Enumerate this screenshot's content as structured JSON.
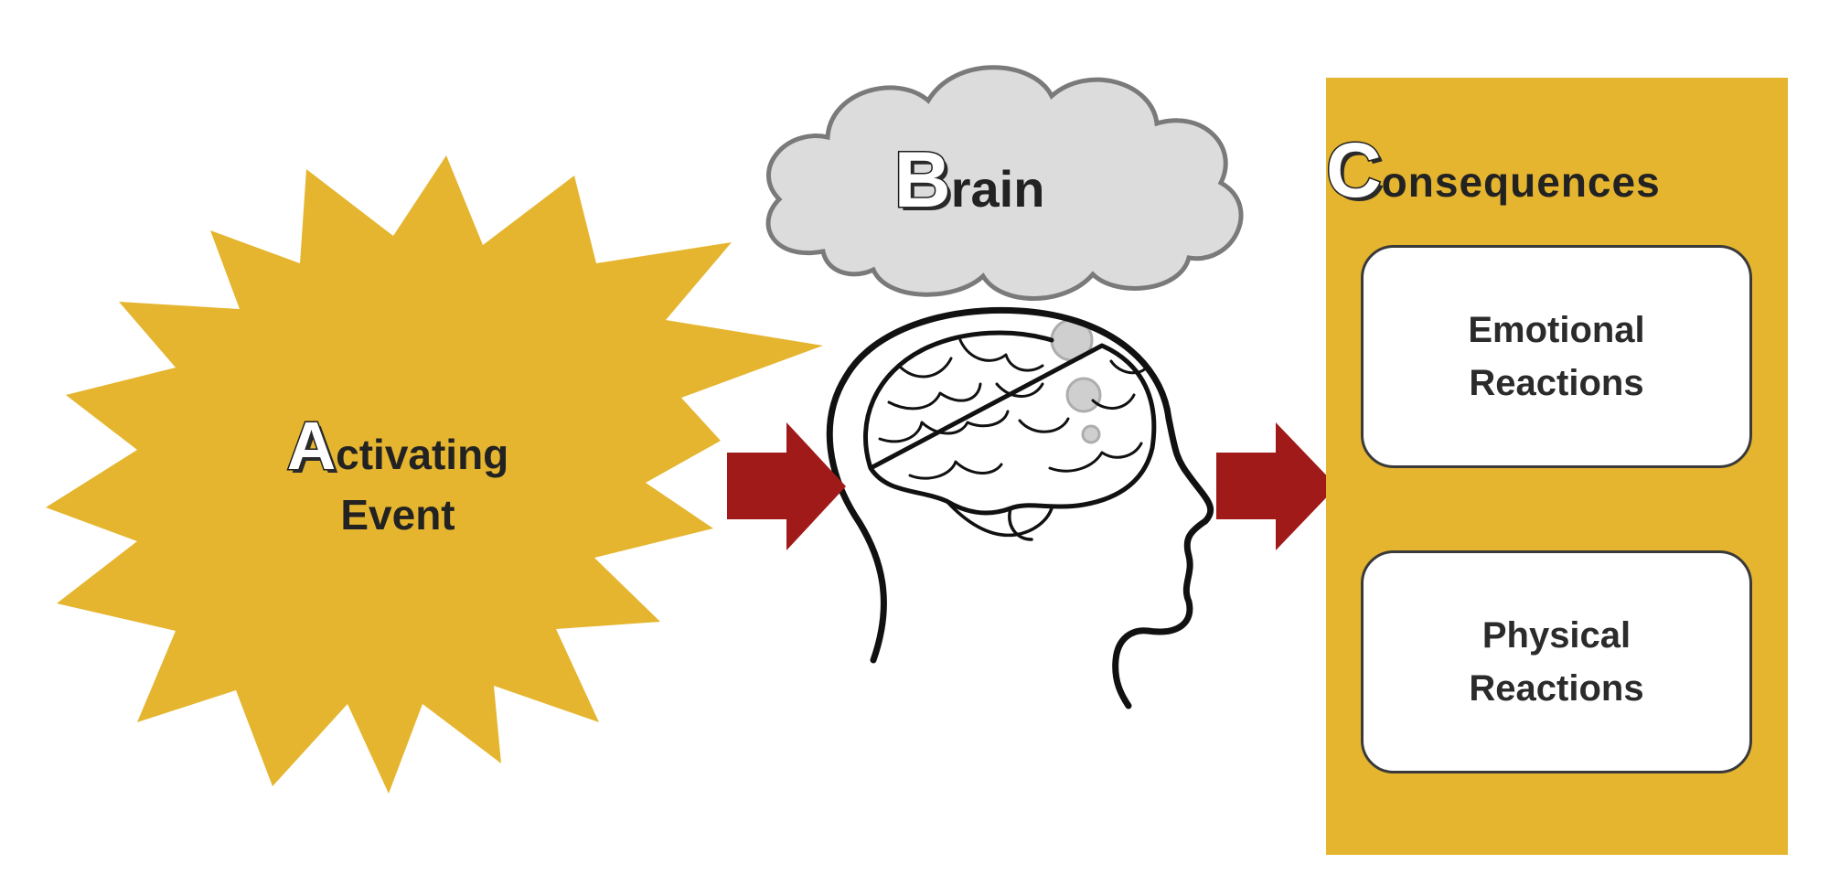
{
  "activating": {
    "initial": "A",
    "rest_line1": "ctivating",
    "line2": "Event"
  },
  "brain": {
    "initial": "B",
    "rest": "rain"
  },
  "consequences": {
    "initial": "C",
    "rest": "onsequences",
    "boxes": [
      {
        "line1": "Emotional",
        "line2": "Reactions"
      },
      {
        "line1": "Physical",
        "line2": "Reactions"
      }
    ]
  },
  "colors": {
    "gold": "#E5B530",
    "arrow_red": "#A11A1A",
    "cloud_gray": "#DCDCDC",
    "outline": "#1E1E1E"
  },
  "icons": [
    "starburst-shape",
    "thought-cloud-icon",
    "head-brain-icon",
    "right-arrow-icon"
  ]
}
